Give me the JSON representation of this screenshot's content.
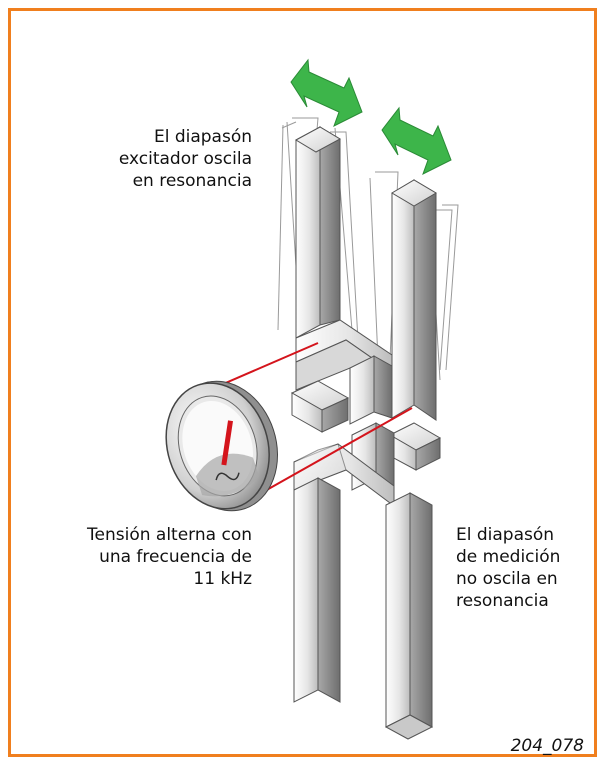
{
  "labels": {
    "exciter": "El diapasón\nexcitador oscila\nen resonancia",
    "voltage": "Tensión alterna con\nuna frecuencia de\n11 kHz",
    "measurement": "El diapasón\nde medición\nno oscila en\nresonancia"
  },
  "figure_id": "204_078",
  "colors": {
    "frame": "#f07f1e",
    "arrow": "#3db54a",
    "wire": "#d4141c",
    "metal_light": "#f4f4f4",
    "metal_dark": "#9a9a9a"
  },
  "icons": {
    "meter": "ac-voltage-meter-icon",
    "oscillation": "double-arrow-icon"
  }
}
